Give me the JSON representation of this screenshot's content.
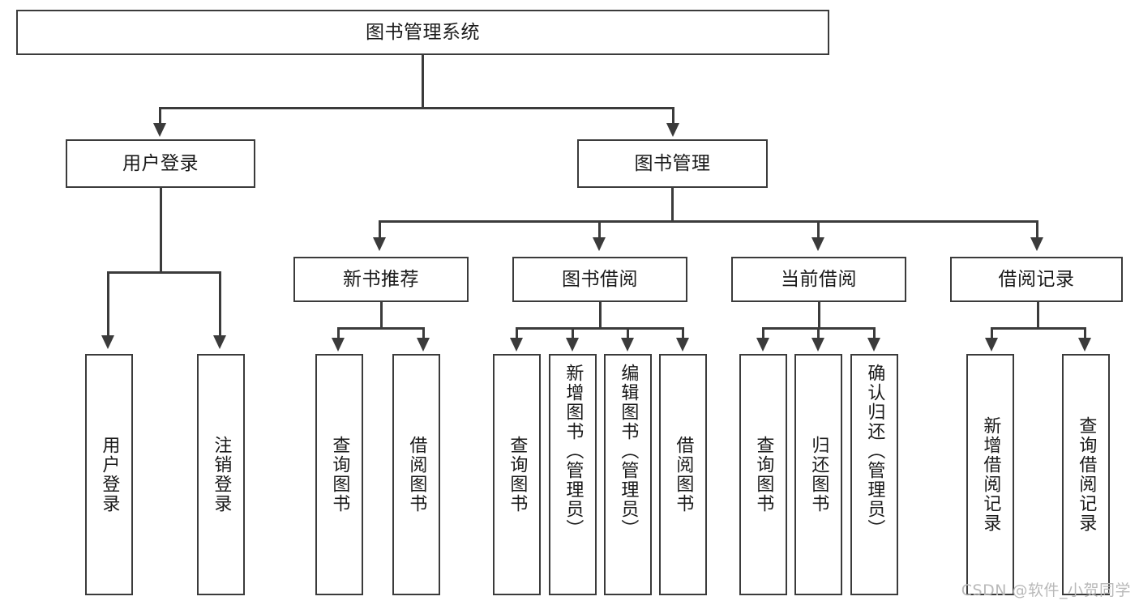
{
  "diagram": {
    "type": "tree-hierarchy",
    "title": "图书管理系统",
    "root": {
      "label": "图书管理系统"
    },
    "level2": [
      {
        "label": "用户登录"
      },
      {
        "label": "图书管理"
      }
    ],
    "level3": [
      {
        "label": "新书推荐"
      },
      {
        "label": "图书借阅"
      },
      {
        "label": "当前借阅"
      },
      {
        "label": "借阅记录"
      }
    ],
    "leaves": {
      "user_login": [
        {
          "label": "用户登录"
        },
        {
          "label": "注销登录"
        }
      ],
      "new_book_recommend": [
        {
          "label": "查询图书"
        },
        {
          "label": "借阅图书"
        }
      ],
      "book_borrow": [
        {
          "label": "查询图书"
        },
        {
          "label": "新增图书（管理员）"
        },
        {
          "label": "编辑图书（管理员）"
        },
        {
          "label": "借阅图书"
        }
      ],
      "current_borrow": [
        {
          "label": "查询图书"
        },
        {
          "label": "归还图书"
        },
        {
          "label": "确认归还（管理员）"
        }
      ],
      "borrow_record": [
        {
          "label": "新增借阅记录"
        },
        {
          "label": "查询借阅记录"
        }
      ]
    }
  },
  "watermark": {
    "text": "CSDN @软件_小贺同学"
  },
  "colors": {
    "stroke": "#3b3b3b",
    "background": "#ffffff",
    "text": "#1a1a1a",
    "watermark": "#b9b9b9"
  }
}
